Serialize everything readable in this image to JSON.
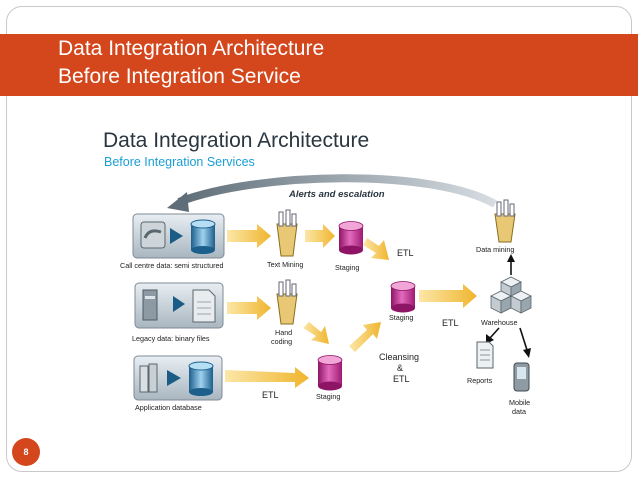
{
  "slide": {
    "title_line1": "Data Integration Architecture",
    "title_line2": "Before Integration Service",
    "page_number": "8"
  },
  "diagram": {
    "heading": "Data Integration Architecture",
    "subheading": "Before Integration Services",
    "alerts_label": "Alerts and escalation",
    "sources": {
      "call_centre": "Call centre data: semi structured",
      "legacy": "Legacy data: binary files",
      "app_db": "Application database"
    },
    "nodes": {
      "text_mining": "Text Mining",
      "staging_top": "Staging",
      "hand_coding_line1": "Hand",
      "hand_coding_line2": "coding",
      "staging_bottom": "Staging",
      "staging_mid": "Staging",
      "warehouse": "Warehouse",
      "data_mining": "Data mining",
      "reports": "Reports",
      "mobile_line1": "Mobile",
      "mobile_line2": "data"
    },
    "labels": {
      "etl_top": "ETL",
      "etl_mid": "ETL",
      "etl_bottom": "ETL",
      "cleansing_line1": "Cleansing",
      "cleansing_line2": "&",
      "cleansing_line3": "ETL"
    }
  },
  "colors": {
    "banner": "#d4461c",
    "cylinder": "#c0268f",
    "arrow": "#f2bf3a",
    "subheading": "#1a9fd6"
  }
}
